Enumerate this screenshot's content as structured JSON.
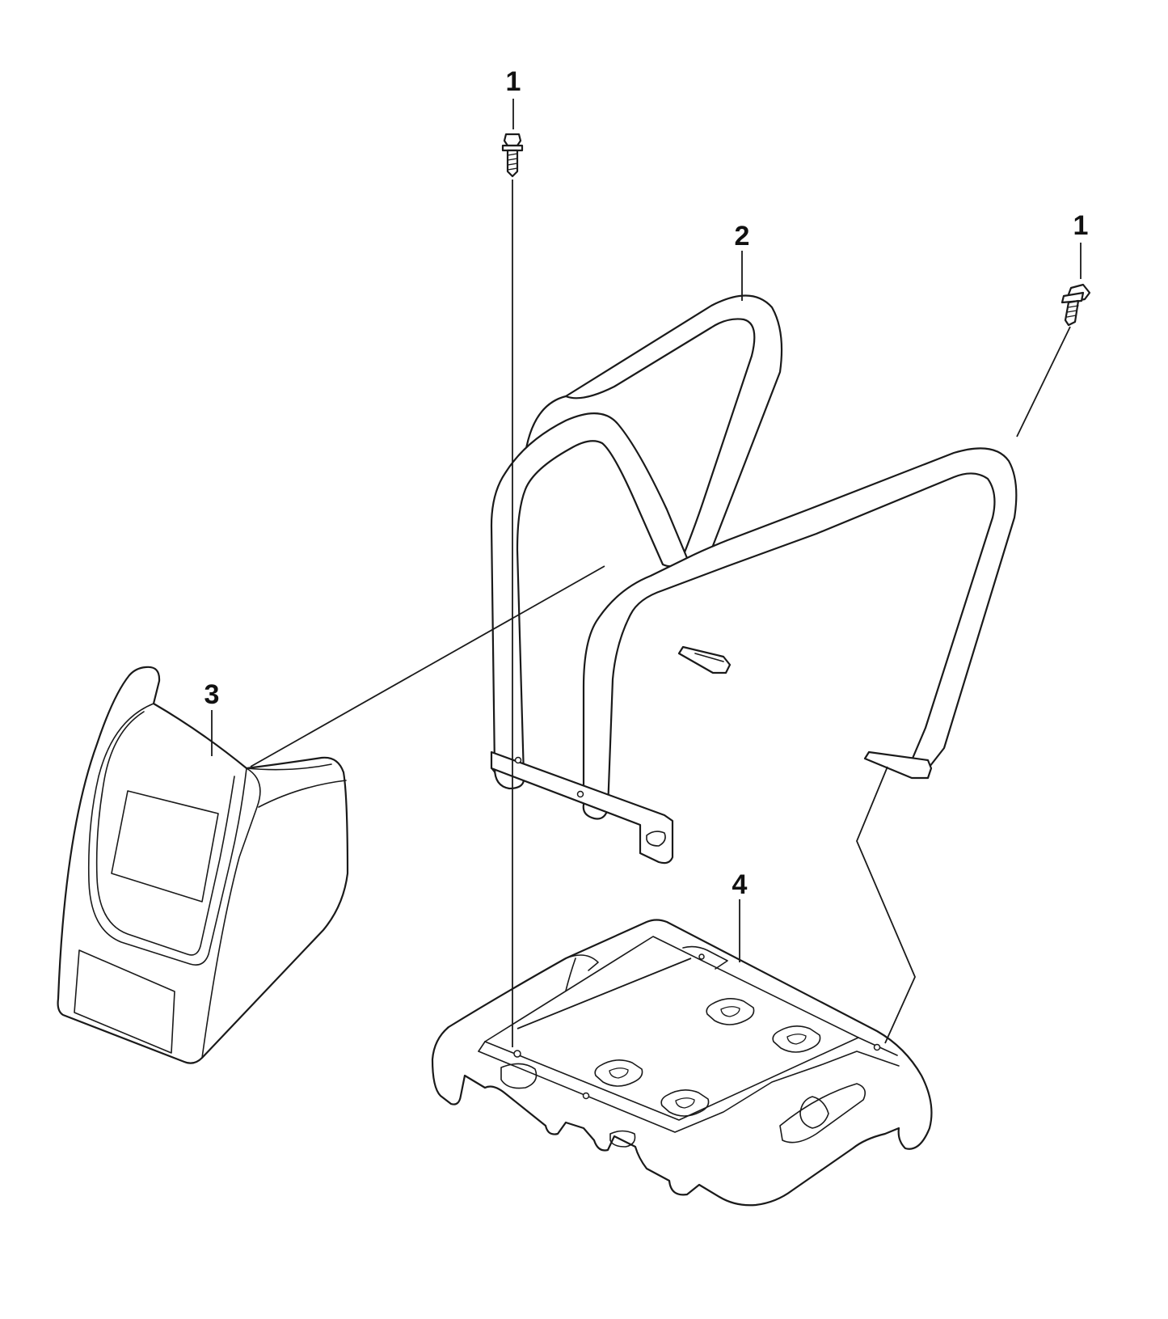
{
  "diagram": {
    "callouts": [
      {
        "id": "bolt-top",
        "label": "1"
      },
      {
        "id": "bolt-right",
        "label": "1"
      },
      {
        "id": "roll-bar",
        "label": "2"
      },
      {
        "id": "seat-cushion",
        "label": "3"
      },
      {
        "id": "seat-base",
        "label": "4"
      }
    ],
    "colors": {
      "line": "#1a1a1a",
      "fill": "#ffffff",
      "background": "#ffffff"
    }
  }
}
